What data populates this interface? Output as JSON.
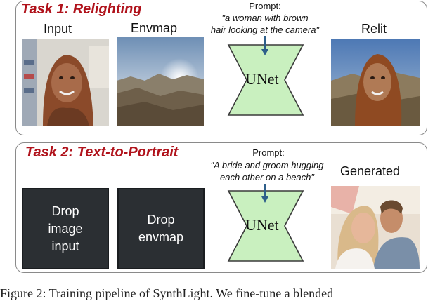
{
  "task1": {
    "title": "Task 1: Relighting",
    "input_label": "Input",
    "envmap_label": "Envmap",
    "prompt_heading": "Prompt:",
    "prompt_line1": "\"a woman with brown",
    "prompt_line2": "hair looking at the camera\"",
    "unet_label": "UNet",
    "output_label": "Relit"
  },
  "task2": {
    "title": "Task 2: Text-to-Portrait",
    "drop_image_line1": "Drop",
    "drop_image_line2": "image",
    "drop_image_line3": "input",
    "drop_envmap_line1": "Drop",
    "drop_envmap_line2": "envmap",
    "prompt_heading": "Prompt:",
    "prompt_line1": "\"A bride and groom hugging",
    "prompt_line2": "each other on a beach\"",
    "unet_label": "UNet",
    "output_label": "Generated"
  },
  "caption": "Figure 2:  Training pipeline of SynthLight. We fine-tune a blended",
  "colors": {
    "task_title": "#b0121b",
    "unet_fill": "#c9f0bf",
    "unet_stroke": "#3a3a3a",
    "arrow": "#2e5f8a",
    "dark_box": "#2b2f33"
  }
}
